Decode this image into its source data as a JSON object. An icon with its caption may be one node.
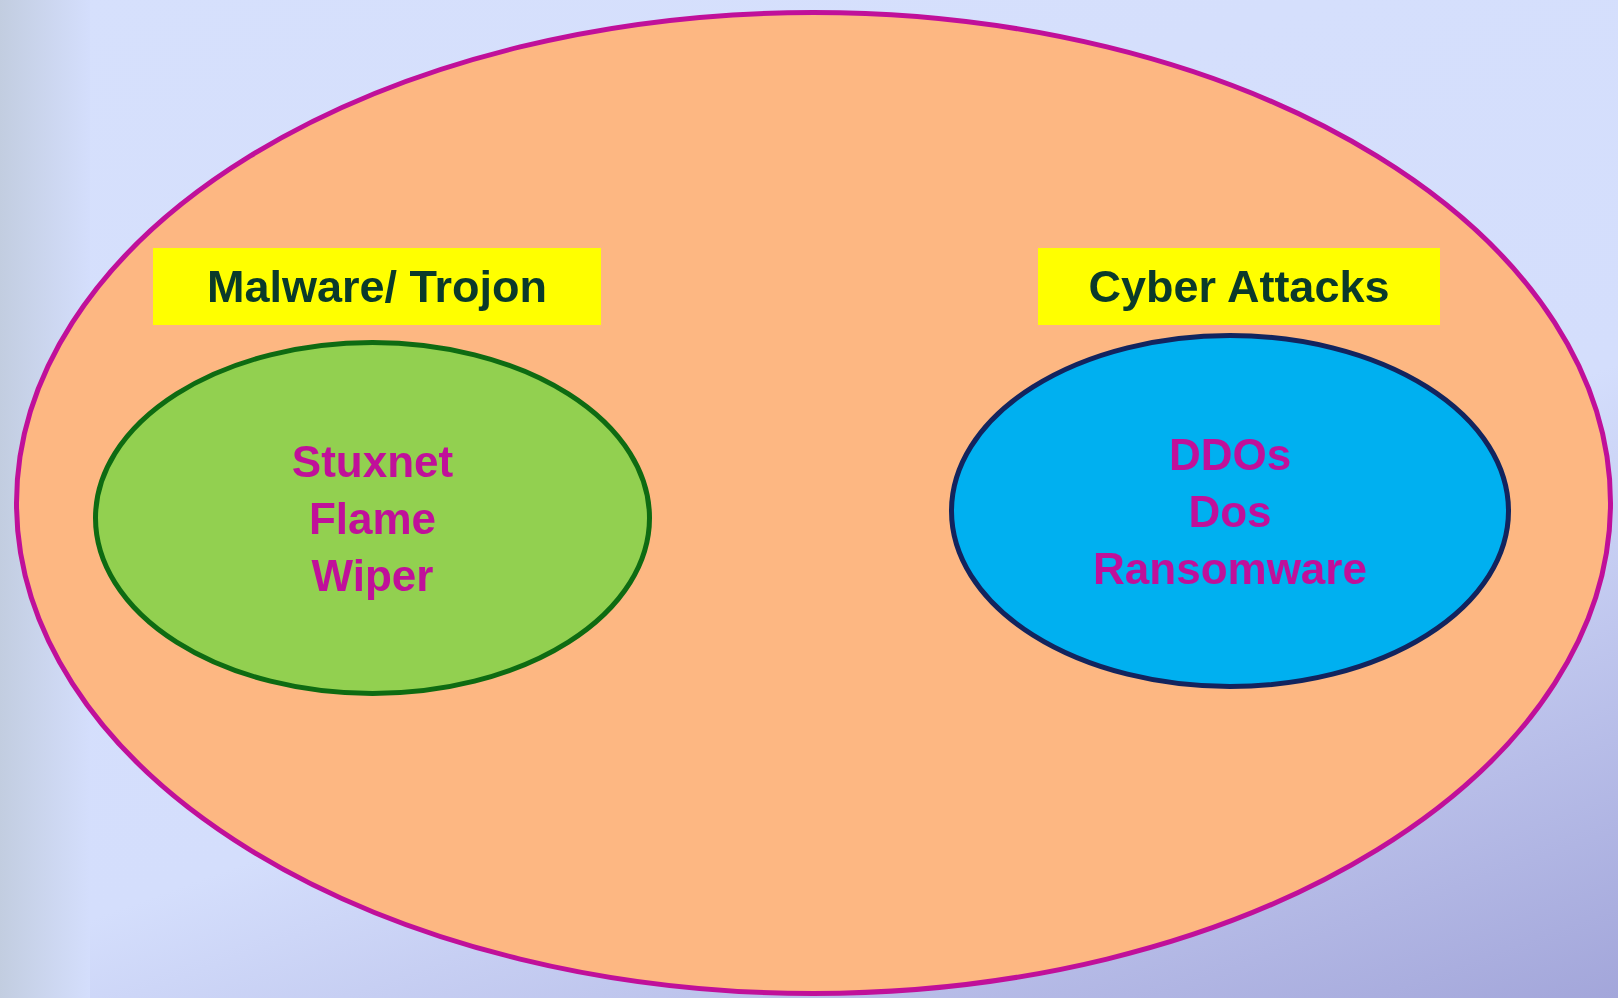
{
  "diagram": {
    "nodes": [
      {
        "text": [],
        "shape": "ellipse"
      },
      {
        "text": [
          "Malware/ Trojon"
        ],
        "in": 0
      },
      {
        "text": [
          "Stuxnet",
          "Flame",
          "Wiper"
        ],
        "in": 0
      },
      {
        "text": [
          "Cyber Attacks"
        ],
        "in": 0
      },
      {
        "text": [
          "DDOs",
          "Dos",
          "Ransomware"
        ],
        "in": 0
      }
    ]
  }
}
